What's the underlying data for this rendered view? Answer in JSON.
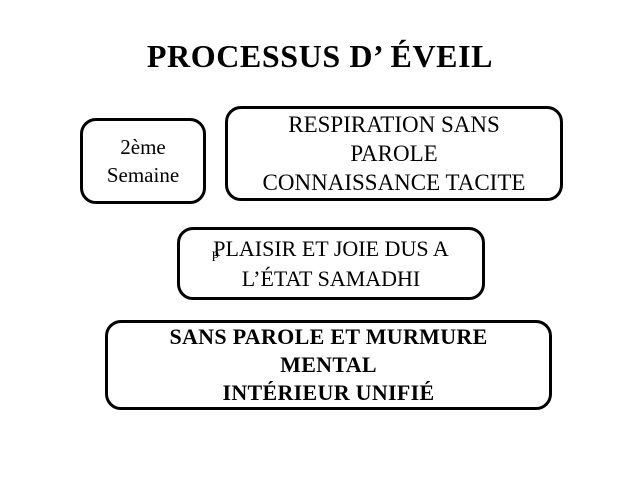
{
  "slide": {
    "title": "PROCESSUS D’ ÉVEIL",
    "background_color": "#FFFFFF",
    "text_color": "#000000",
    "border_color": "#000000",
    "boxes": [
      {
        "name": "week",
        "text": "2ème\nSemaine",
        "lines": [
          "2ème",
          "Semaine"
        ],
        "bold": false
      },
      {
        "name": "respiration",
        "text": "RESPIRATION SANS\nPAROLE\nCONNAISSANCE TACITE",
        "lines": [
          "RESPIRATION SANS",
          "PAROLE",
          "CONNAISSANCE TACITE"
        ],
        "bold": false
      },
      {
        "name": "plaisir",
        "text": "PLAISIR ET JOIE DUS A\nL’ÉTAT  SAMADHI",
        "lines": [
          "PLAISIR ET JOIE DUS A",
          "L’ÉTAT  SAMADHI"
        ],
        "bold": false,
        "artifact_glyph": "p"
      },
      {
        "name": "murmure",
        "text": "SANS PAROLE ET MURMURE\nMENTAL\nINTÉRIEUR UNIFIÉ",
        "lines": [
          "SANS PAROLE ET MURMURE",
          "MENTAL",
          "INTÉRIEUR UNIFIÉ"
        ],
        "bold": true
      }
    ]
  }
}
